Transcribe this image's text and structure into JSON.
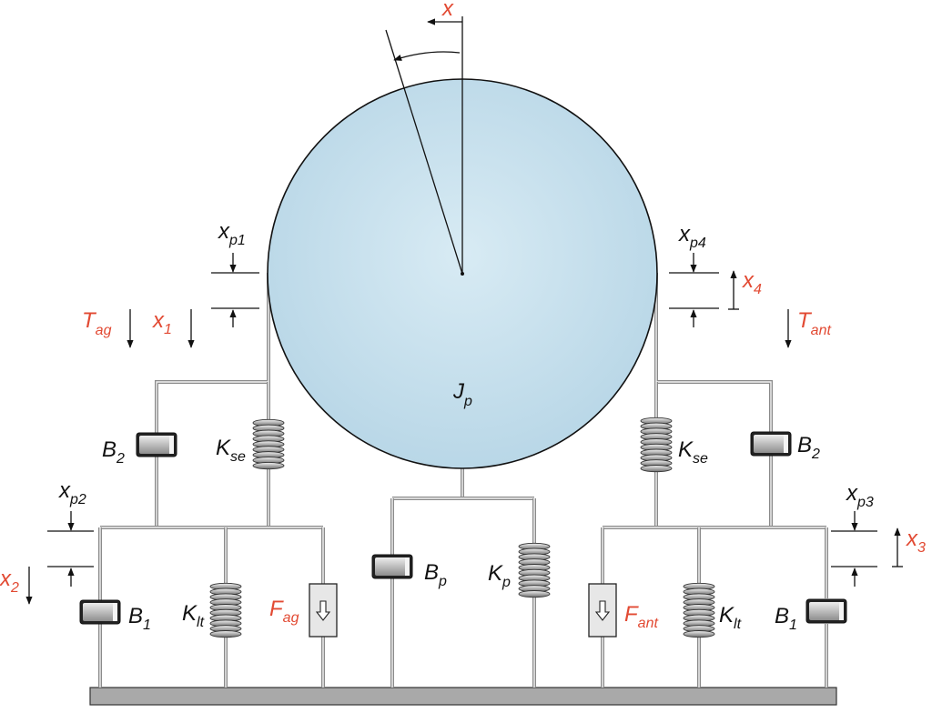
{
  "colors": {
    "disk_fill": "#c9e1ee",
    "outline": "#111111",
    "rod": "#8a8a8a",
    "ground": "#a9a9a9",
    "red_label": "#e24a33",
    "black_label": "#111111"
  },
  "labels": {
    "x": {
      "main": "x",
      "sub": ""
    },
    "Jp": {
      "main": "J",
      "sub": "p"
    },
    "xp1": {
      "main": "x",
      "sub": "p1"
    },
    "xp2": {
      "main": "x",
      "sub": "p2"
    },
    "xp3": {
      "main": "x",
      "sub": "p3"
    },
    "xp4": {
      "main": "x",
      "sub": "p4"
    },
    "x1": {
      "main": "x",
      "sub": "1"
    },
    "x2": {
      "main": "x",
      "sub": "2"
    },
    "x3": {
      "main": "x",
      "sub": "3"
    },
    "x4": {
      "main": "x",
      "sub": "4"
    },
    "Tag": {
      "main": "T",
      "sub": "ag"
    },
    "Tant": {
      "main": "T",
      "sub": "ant"
    },
    "B2_left": {
      "main": "B",
      "sub": "2"
    },
    "B2_right": {
      "main": "B",
      "sub": "2"
    },
    "Kse_left": {
      "main": "K",
      "sub": "se"
    },
    "Kse_right": {
      "main": "K",
      "sub": "se"
    },
    "B1_left": {
      "main": "B",
      "sub": "1"
    },
    "B1_right": {
      "main": "B",
      "sub": "1"
    },
    "Klt_left": {
      "main": "K",
      "sub": "lt"
    },
    "Klt_right": {
      "main": "K",
      "sub": "lt"
    },
    "Fag": {
      "main": "F",
      "sub": "ag"
    },
    "Fant": {
      "main": "F",
      "sub": "ant"
    },
    "Bp": {
      "main": "B",
      "sub": "p"
    },
    "Kp": {
      "main": "K",
      "sub": "p"
    }
  }
}
